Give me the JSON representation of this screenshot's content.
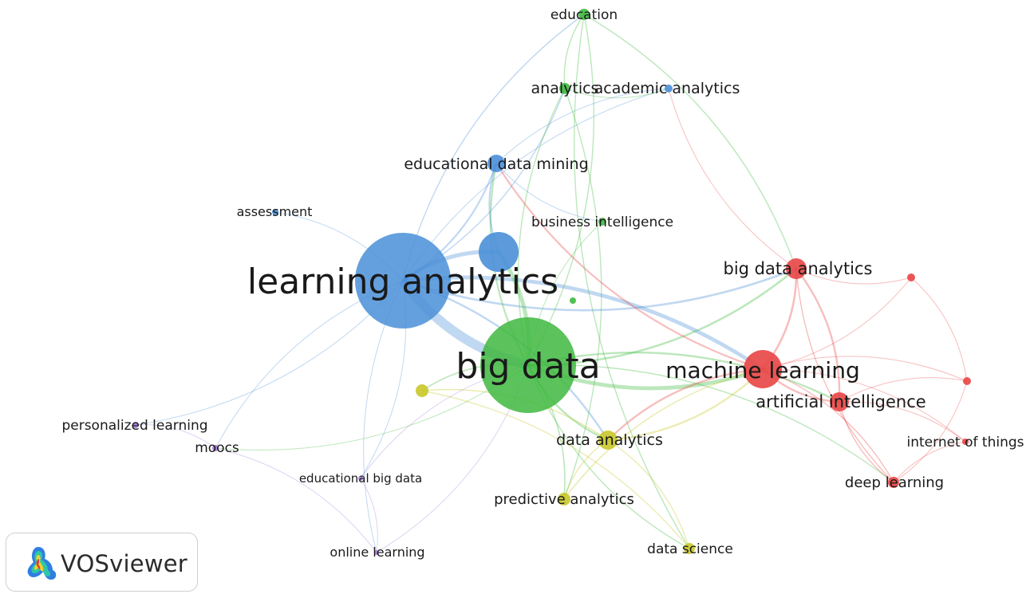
{
  "app": {
    "name": "VOSviewer"
  },
  "colors": {
    "cluster_blue": "#4a8fd8",
    "cluster_green": "#3fb93f",
    "cluster_red": "#e84545",
    "cluster_yellow": "#c9c82a",
    "cluster_purple": "#a57bd6",
    "label": "#1a1a1a"
  },
  "nodes": [
    {
      "id": "learning-analytics",
      "label": "learning analytics",
      "cluster": "blue"
    },
    {
      "id": "big-data",
      "label": "big data",
      "cluster": "green"
    },
    {
      "id": "educational-data-mining",
      "label": "educational data mining",
      "cluster": "blue"
    },
    {
      "id": "academic-analytics",
      "label": "academic analytics",
      "cluster": "blue"
    },
    {
      "id": "assessment",
      "label": "assessment",
      "cluster": "blue"
    },
    {
      "id": "blue-unlabeled",
      "label": "",
      "cluster": "blue"
    },
    {
      "id": "education",
      "label": "education",
      "cluster": "green"
    },
    {
      "id": "analytics",
      "label": "analytics",
      "cluster": "green"
    },
    {
      "id": "business-intelligence",
      "label": "business intelligence",
      "cluster": "green"
    },
    {
      "id": "green-small",
      "label": "",
      "cluster": "green"
    },
    {
      "id": "big-data-analytics",
      "label": "big data analytics",
      "cluster": "red"
    },
    {
      "id": "machine-learning",
      "label": "machine learning",
      "cluster": "red"
    },
    {
      "id": "artificial-intelligence",
      "label": "artificial intelligence",
      "cluster": "red"
    },
    {
      "id": "deep-learning",
      "label": "deep learning",
      "cluster": "red"
    },
    {
      "id": "internet-of-things",
      "label": "internet of things",
      "cluster": "red"
    },
    {
      "id": "red-unlabeled-1",
      "label": "",
      "cluster": "red"
    },
    {
      "id": "red-unlabeled-2",
      "label": "",
      "cluster": "red"
    },
    {
      "id": "data-analytics",
      "label": "data analytics",
      "cluster": "yellow"
    },
    {
      "id": "predictive-analytics",
      "label": "predictive analytics",
      "cluster": "yellow"
    },
    {
      "id": "data-science",
      "label": "data science",
      "cluster": "yellow"
    },
    {
      "id": "yellow-unlabeled",
      "label": "",
      "cluster": "yellow"
    },
    {
      "id": "personalized-learning",
      "label": "personalized learning",
      "cluster": "purple"
    },
    {
      "id": "moocs",
      "label": "moocs",
      "cluster": "purple"
    },
    {
      "id": "educational-big-data",
      "label": "educational big data",
      "cluster": "purple"
    },
    {
      "id": "online-learning",
      "label": "online learning",
      "cluster": "purple"
    }
  ],
  "links": [
    [
      "learning-analytics",
      "big-data"
    ],
    [
      "learning-analytics",
      "blue-unlabeled"
    ],
    [
      "learning-analytics",
      "educational-data-mining"
    ],
    [
      "learning-analytics",
      "academic-analytics"
    ],
    [
      "learning-analytics",
      "assessment"
    ],
    [
      "learning-analytics",
      "machine-learning"
    ],
    [
      "learning-analytics",
      "big-data-analytics"
    ],
    [
      "learning-analytics",
      "personalized-learning"
    ],
    [
      "learning-analytics",
      "moocs"
    ],
    [
      "learning-analytics",
      "educational-big-data"
    ],
    [
      "learning-analytics",
      "online-learning"
    ],
    [
      "learning-analytics",
      "data-analytics"
    ],
    [
      "learning-analytics",
      "analytics"
    ],
    [
      "learning-analytics",
      "education"
    ],
    [
      "big-data",
      "machine-learning"
    ],
    [
      "big-data",
      "artificial-intelligence"
    ],
    [
      "big-data",
      "education"
    ],
    [
      "big-data",
      "analytics"
    ],
    [
      "big-data",
      "data-analytics"
    ],
    [
      "big-data",
      "predictive-analytics"
    ],
    [
      "big-data",
      "data-science"
    ],
    [
      "big-data",
      "moocs"
    ],
    [
      "big-data",
      "big-data-analytics"
    ],
    [
      "big-data",
      "deep-learning"
    ],
    [
      "big-data",
      "blue-unlabeled"
    ],
    [
      "big-data",
      "business-intelligence"
    ],
    [
      "big-data",
      "yellow-unlabeled"
    ],
    [
      "big-data",
      "educational-data-mining"
    ],
    [
      "machine-learning",
      "artificial-intelligence"
    ],
    [
      "machine-learning",
      "deep-learning"
    ],
    [
      "machine-learning",
      "big-data-analytics"
    ],
    [
      "machine-learning",
      "internet-of-things"
    ],
    [
      "machine-learning",
      "red-unlabeled-1"
    ],
    [
      "machine-learning",
      "red-unlabeled-2"
    ],
    [
      "machine-learning",
      "data-analytics"
    ],
    [
      "machine-learning",
      "educational-data-mining"
    ],
    [
      "artificial-intelligence",
      "deep-learning"
    ],
    [
      "artificial-intelligence",
      "internet-of-things"
    ],
    [
      "artificial-intelligence",
      "big-data-analytics"
    ],
    [
      "artificial-intelligence",
      "red-unlabeled-2"
    ],
    [
      "big-data-analytics",
      "red-unlabeled-1"
    ],
    [
      "big-data-analytics",
      "academic-analytics"
    ],
    [
      "big-data-analytics",
      "deep-learning"
    ],
    [
      "deep-learning",
      "internet-of-things"
    ],
    [
      "deep-learning",
      "red-unlabeled-2"
    ],
    [
      "red-unlabeled-1",
      "red-unlabeled-2"
    ],
    [
      "educational-data-mining",
      "blue-unlabeled"
    ],
    [
      "educational-data-mining",
      "academic-analytics"
    ],
    [
      "educational-data-mining",
      "business-intelligence"
    ],
    [
      "analytics",
      "education"
    ],
    [
      "analytics",
      "academic-analytics"
    ],
    [
      "analytics",
      "predictive-analytics"
    ],
    [
      "education",
      "data-science"
    ],
    [
      "education",
      "big-data-analytics"
    ],
    [
      "data-analytics",
      "predictive-analytics"
    ],
    [
      "data-analytics",
      "data-science"
    ],
    [
      "data-analytics",
      "machine-learning"
    ],
    [
      "predictive-analytics",
      "machine-learning"
    ],
    [
      "data-science",
      "yellow-unlabeled"
    ],
    [
      "yellow-unlabeled",
      "data-analytics"
    ],
    [
      "moocs",
      "personalized-learning"
    ],
    [
      "educational-big-data",
      "online-learning"
    ],
    [
      "online-learning",
      "moocs"
    ],
    [
      "educational-big-data",
      "big-data"
    ],
    [
      "online-learning",
      "big-data"
    ]
  ]
}
